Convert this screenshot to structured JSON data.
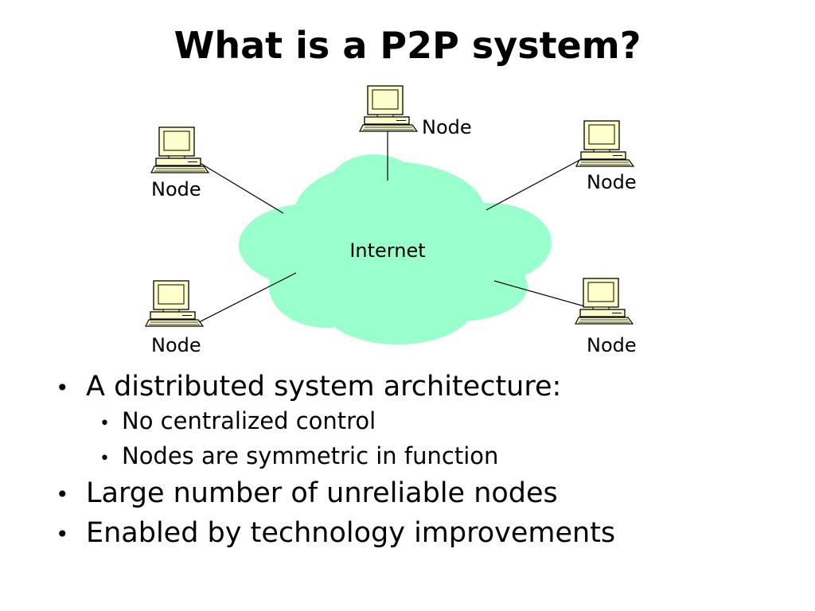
{
  "title": "What is a P2P system?",
  "diagram": {
    "cloud_label": "Internet",
    "node_label": "Node",
    "cloud_color": "#99ffcc",
    "monitor_color": "#ffffcc",
    "nodes": [
      {
        "id": "top",
        "label": "Node"
      },
      {
        "id": "top-left",
        "label": "Node"
      },
      {
        "id": "top-right",
        "label": "Node"
      },
      {
        "id": "bottom-left",
        "label": "Node"
      },
      {
        "id": "bottom-right",
        "label": "Node"
      }
    ]
  },
  "bullets": [
    {
      "text": "A distributed system architecture:",
      "sub": [
        "No centralized control",
        "Nodes are symmetric in function"
      ]
    },
    {
      "text": "Large number of unreliable nodes",
      "sub": []
    },
    {
      "text": "Enabled by technology improvements",
      "sub": []
    }
  ]
}
